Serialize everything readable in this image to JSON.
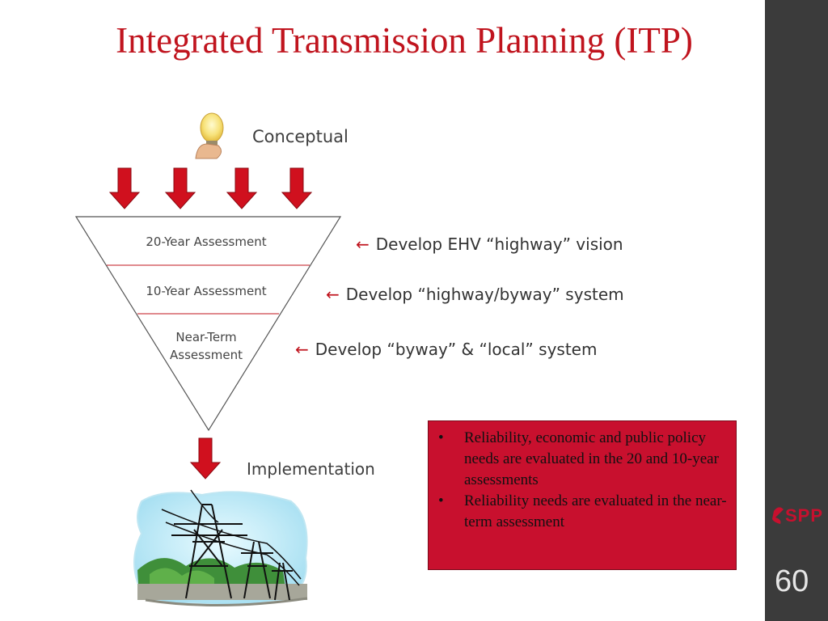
{
  "title": "Integrated Transmission Planning (ITP)",
  "labels": {
    "conceptual": "Conceptual",
    "implementation": "Implementation"
  },
  "funnel": {
    "levels": [
      "20-Year Assessment",
      "10-Year Assessment",
      "Near-Term Assessment"
    ]
  },
  "developments": [
    "Develop EHV “highway” vision",
    "Develop “highway/byway” system",
    "Develop “byway” & “local” system"
  ],
  "arrow_glyph": "←",
  "notes": {
    "bullet": "•",
    "items": [
      "Reliability, economic and public policy needs are evaluated in the 20 and 10-year assessments",
      "Reliability needs are evaluated in the near-term assessment"
    ]
  },
  "logo_text": "SPP",
  "page_number": "60",
  "colors": {
    "accent": "#c0141e",
    "note_box": "#c8102e",
    "sidebar": "#3b3b3b"
  }
}
